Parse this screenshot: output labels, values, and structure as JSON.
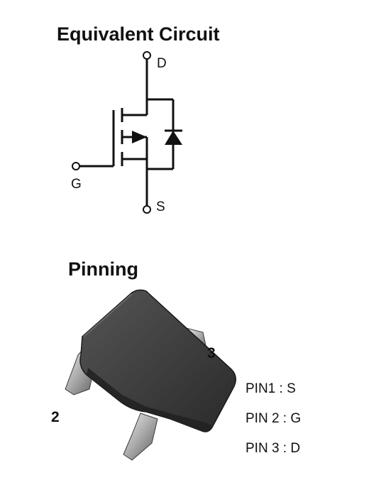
{
  "titles": {
    "equivalent_circuit": "Equivalent Circuit",
    "pinning": "Pinning"
  },
  "circuit": {
    "terminals": {
      "drain": "D",
      "gate": "G",
      "source": "S"
    }
  },
  "package": {
    "pin_numbers": {
      "pin2": "2",
      "pin3": "3"
    }
  },
  "pin_list": [
    "PIN1 : S",
    "PIN 2 : G",
    "PIN 3 : D"
  ]
}
